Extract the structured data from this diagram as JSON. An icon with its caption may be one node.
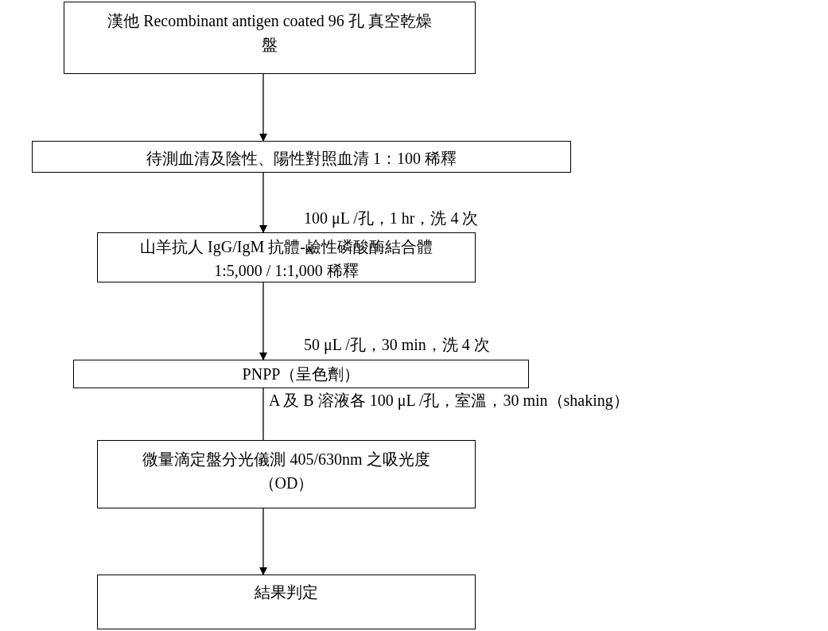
{
  "diagram": {
    "nodes": [
      {
        "text": [
          "漢他 Recombinant antigen coated 96 孔 真空乾燥盤"
        ]
      },
      {
        "text": [
          "待測血清及陰性、陽性對照血清 1：100 稀釋"
        ]
      },
      {
        "text": [
          "山羊抗人 IgG/IgM 抗體-鹼性磷酸酶結合體 1:5,000 / 1:1,000 稀釋"
        ]
      },
      {
        "text": [
          "PNPP（呈色劑）"
        ]
      },
      {
        "text": [
          "微量滴定盤分光儀測 405/630nm 之吸光度（OD）"
        ]
      },
      {
        "text": [
          "結果判定"
        ]
      }
    ],
    "edges": [
      {
        "from": 0,
        "to": 1,
        "arrow": "to"
      },
      {
        "from": 1,
        "to": 2,
        "arrow": "to",
        "label": "100 μL /孔，1 hr，洗 4 次"
      },
      {
        "from": 2,
        "to": 3,
        "arrow": "to",
        "label": "50 μL /孔，30 min，洗 4 次"
      },
      {
        "from": 3,
        "to": 4,
        "arrow": "none",
        "label": "A 及 B 溶液各 100 μL /孔，室溫，30 min（shaking）"
      },
      {
        "from": 4,
        "to": 5,
        "arrow": "to"
      }
    ]
  }
}
